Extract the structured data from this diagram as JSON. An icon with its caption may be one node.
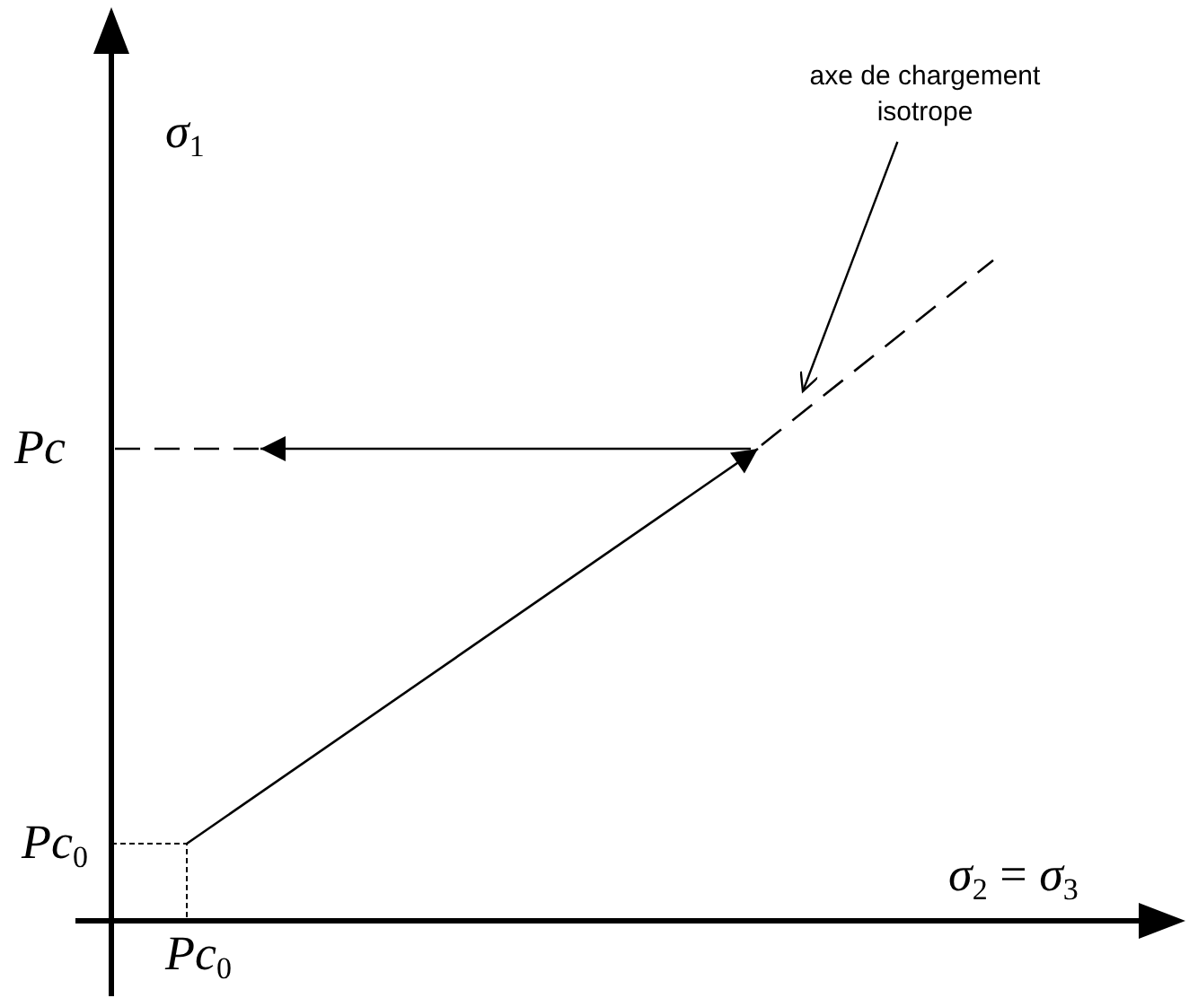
{
  "diagram": {
    "nodes": [
      {
        "text": [
          "axe de chargement isotrope"
        ]
      },
      {
        "text": [],
        "shape": "line"
      }
    ],
    "edges": [
      {
        "from": 0,
        "to": 1,
        "arrow": "to"
      }
    ],
    "labels": [
      "*σ*$_{1}$",
      "*Pc*",
      "*Pc*$_{0}$",
      "*σ*$_{2}$ = *σ*$_{3}$",
      "*Pc*$_{0}$"
    ]
  }
}
